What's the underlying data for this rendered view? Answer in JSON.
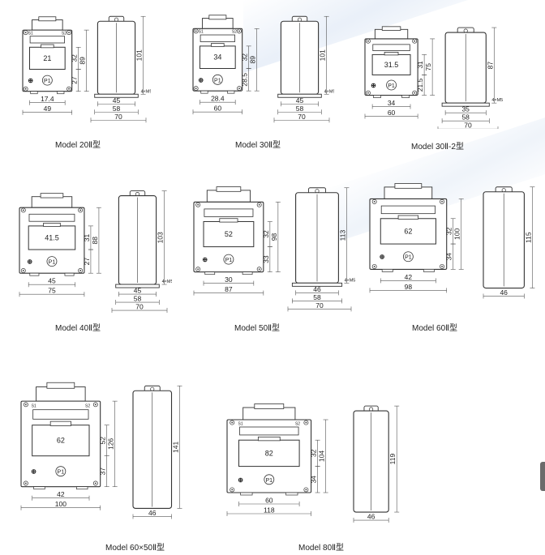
{
  "colors": {
    "line": "#333333",
    "dim": "#555555",
    "window_fill": "#ffffff",
    "stripe": "#eaf0f8"
  },
  "units": {
    "m20": {
      "caption": "Model 20Ⅱ型",
      "front": {
        "window": "21",
        "height_overall": "89",
        "height_top": "32",
        "height_bottom": "27",
        "width_window": "17.4",
        "width_overall": "49",
        "label": "P1",
        "terminal_left": "S1",
        "terminal_right": "S2"
      },
      "side": {
        "height": "101",
        "screw": "4×M5",
        "width_a": "45",
        "width_b": "58",
        "width_c": "70"
      }
    },
    "m30": {
      "caption": "Model 30Ⅱ型",
      "front": {
        "window": "34",
        "height_overall": "89",
        "height_top": "32",
        "height_bottom": "28.5",
        "width_window": "28.4",
        "width_overall": "60",
        "label": "P1",
        "terminal_left": "S1",
        "terminal_right": "S2"
      },
      "side": {
        "height": "101",
        "screw": "4×M5",
        "width_a": "45",
        "width_b": "58",
        "width_c": "70"
      }
    },
    "m30b": {
      "caption": "Model 30Ⅱ-2型",
      "front": {
        "window": "31.5",
        "height_overall": "75",
        "height_top": "31",
        "height_bottom": "21.5",
        "width_window": "34",
        "width_overall": "60",
        "label": "P1"
      },
      "side": {
        "height": "87",
        "screw": "4×M5",
        "width_a": "35",
        "width_b": "58",
        "width_c": "70"
      }
    },
    "m40": {
      "caption": "Model 40Ⅱ型",
      "front": {
        "window": "41.5",
        "height_overall": "88",
        "height_top": "31",
        "height_bottom": "27",
        "width_window": "45",
        "width_overall": "75",
        "label": "P1"
      },
      "side": {
        "height": "103",
        "screw": "4×M5",
        "width_a": "45",
        "width_b": "58",
        "width_c": "70"
      }
    },
    "m50": {
      "caption": "Model 50Ⅱ型",
      "front": {
        "window": "52",
        "height_overall": "98",
        "height_top": "32",
        "height_bottom": "33",
        "width_window": "30",
        "width_overall": "87",
        "label": "P1"
      },
      "side": {
        "height": "113",
        "screw": "4×M5",
        "width_a": "46",
        "width_b": "58",
        "width_c": "70"
      }
    },
    "m60": {
      "caption": "Model 60Ⅱ型",
      "front": {
        "window": "62",
        "height_overall": "100",
        "height_top": "32",
        "height_bottom": "34",
        "width_window": "42",
        "width_overall": "98",
        "label": "P1"
      },
      "side": {
        "height": "115",
        "width_a": "46"
      }
    },
    "m6050": {
      "caption": "Model 60×50Ⅱ型",
      "front": {
        "window": "62",
        "height_overall": "126",
        "height_top": "52",
        "height_bottom": "37",
        "width_window": "42",
        "width_overall": "100",
        "label": "P1",
        "terminal_left": "S1",
        "terminal_right": "S2"
      },
      "side": {
        "height": "141",
        "width_a": "46"
      }
    },
    "m80": {
      "caption": "Model 80Ⅱ型",
      "front": {
        "window": "82",
        "height_overall": "104",
        "height_top": "32",
        "height_bottom": "34",
        "width_window": "60",
        "width_overall": "118",
        "label": "P1",
        "terminal_left": "S1",
        "terminal_right": "S2"
      },
      "side": {
        "height": "119",
        "width_a": "46"
      }
    }
  }
}
